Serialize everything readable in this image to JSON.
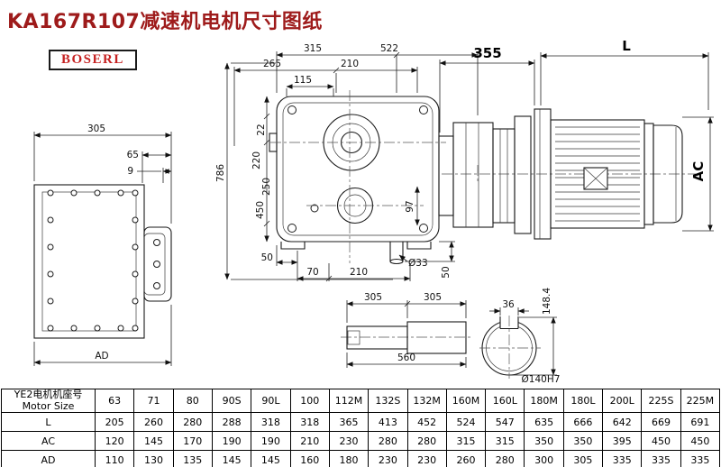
{
  "page": {
    "title": "KA167R107减速机电机尺寸图纸",
    "brand": "BOSERL"
  },
  "drawing": {
    "front_view": {
      "d305": "305",
      "d65": "65",
      "d9": "9",
      "dAD": "AD"
    },
    "side_view": {
      "d315": "315",
      "d522": "522",
      "d265": "265",
      "d210_top": "210",
      "d115": "115",
      "d22": "22",
      "d220": "220",
      "d250": "250",
      "d450": "450",
      "d786": "786",
      "d97": "97",
      "d50_left": "50",
      "d70": "70",
      "d210_bottom": "210",
      "d33": "Ø33",
      "d50_right": "50"
    },
    "motor_view": {
      "d355": "355",
      "dL": "L",
      "dAC": "AC"
    },
    "shaft_view": {
      "d305_a": "305",
      "d305_b": "305",
      "d560": "560"
    },
    "shaft_end_view": {
      "d36": "36",
      "d148": "148.4",
      "d140": "Ø140H7"
    }
  },
  "table": {
    "header": {
      "zh": "YE2电机机座号",
      "en": "Motor Size"
    },
    "columns": [
      "63",
      "71",
      "80",
      "90S",
      "90L",
      "100",
      "112M",
      "132S",
      "132M",
      "160M",
      "160L",
      "180M",
      "180L",
      "200L",
      "225S",
      "225M"
    ],
    "rows": [
      {
        "label": "L",
        "values": [
          "205",
          "260",
          "280",
          "288",
          "318",
          "318",
          "365",
          "413",
          "452",
          "524",
          "547",
          "635",
          "666",
          "642",
          "669",
          "691"
        ]
      },
      {
        "label": "AC",
        "values": [
          "120",
          "145",
          "170",
          "190",
          "190",
          "210",
          "230",
          "280",
          "280",
          "315",
          "315",
          "350",
          "350",
          "395",
          "450",
          "450"
        ]
      },
      {
        "label": "AD",
        "values": [
          "110",
          "130",
          "135",
          "145",
          "145",
          "160",
          "180",
          "230",
          "230",
          "260",
          "280",
          "300",
          "305",
          "335",
          "335",
          "335"
        ]
      }
    ]
  }
}
